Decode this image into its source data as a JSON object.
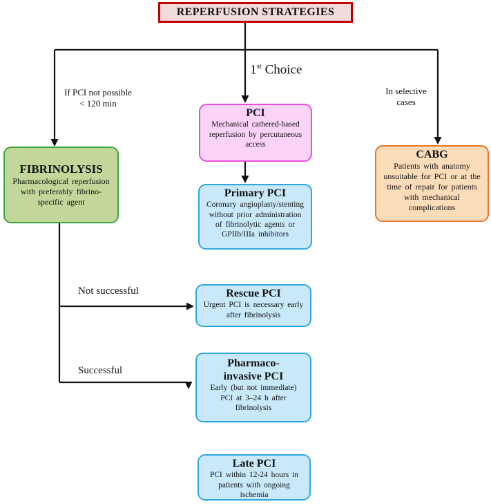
{
  "title": "REPERFUSION STRATEGIES",
  "labels": {
    "first_choice": {
      "num": "1",
      "sup": "st",
      "rest": "Choice"
    },
    "left_branch": [
      "If PCI not possible",
      "< 120 min"
    ],
    "right_branch": [
      "In selective",
      "cases"
    ],
    "not_successful": "Not successful",
    "successful": "Successful"
  },
  "nodes": {
    "pci": {
      "title": "PCI",
      "body": [
        "Mechanical cathered-based",
        "reperfusion by percutaneous",
        "access"
      ]
    },
    "fibrinolysis": {
      "title": "FIBRINOLYSIS",
      "body": [
        "Pharmacological reperfusion",
        "with preferably fibrino-",
        "specific agent"
      ]
    },
    "cabg": {
      "title": "CABG",
      "body": [
        "Patients with anatomy",
        "unsuitable for PCI or at the",
        "time of repair for patients",
        "with mechanical",
        "complications"
      ]
    },
    "primary_pci": {
      "title": "Primary PCI",
      "body": [
        "Coronary angioplasty/stenting",
        "without prior administration",
        "of fibrinolytic agents or",
        "GPIIb/IIIa inhibitors"
      ]
    },
    "rescue_pci": {
      "title": "Rescue PCI",
      "body": [
        "Urgent PCI is necessary early",
        "after fibrinolysis"
      ]
    },
    "pharmaco_pci": {
      "title": [
        "Pharmaco-",
        "invasive PCI"
      ],
      "body": [
        "Early (but not immediate)",
        "PCI at 3–24 h after",
        "fibrinolysis"
      ]
    },
    "late_pci": {
      "title": "Late PCI",
      "body": [
        "PCI within 12-24 hours in",
        "patients with ongoing",
        "ischemia"
      ]
    }
  },
  "colors": {
    "title_border": "#C00000",
    "title_fill": "#F2DBDB",
    "pci_border": "#EA4DE0",
    "pci_fill": "#FBD2F8",
    "fibrinolysis_border": "#3BA43B",
    "fibrinolysis_fill": "#C4D79B",
    "cabg_border": "#E8752B",
    "cabg_fill": "#FCDCB9",
    "blue_border": "#2EA7E0",
    "blue_fill": "#C9E9FA",
    "line": "#111111"
  }
}
